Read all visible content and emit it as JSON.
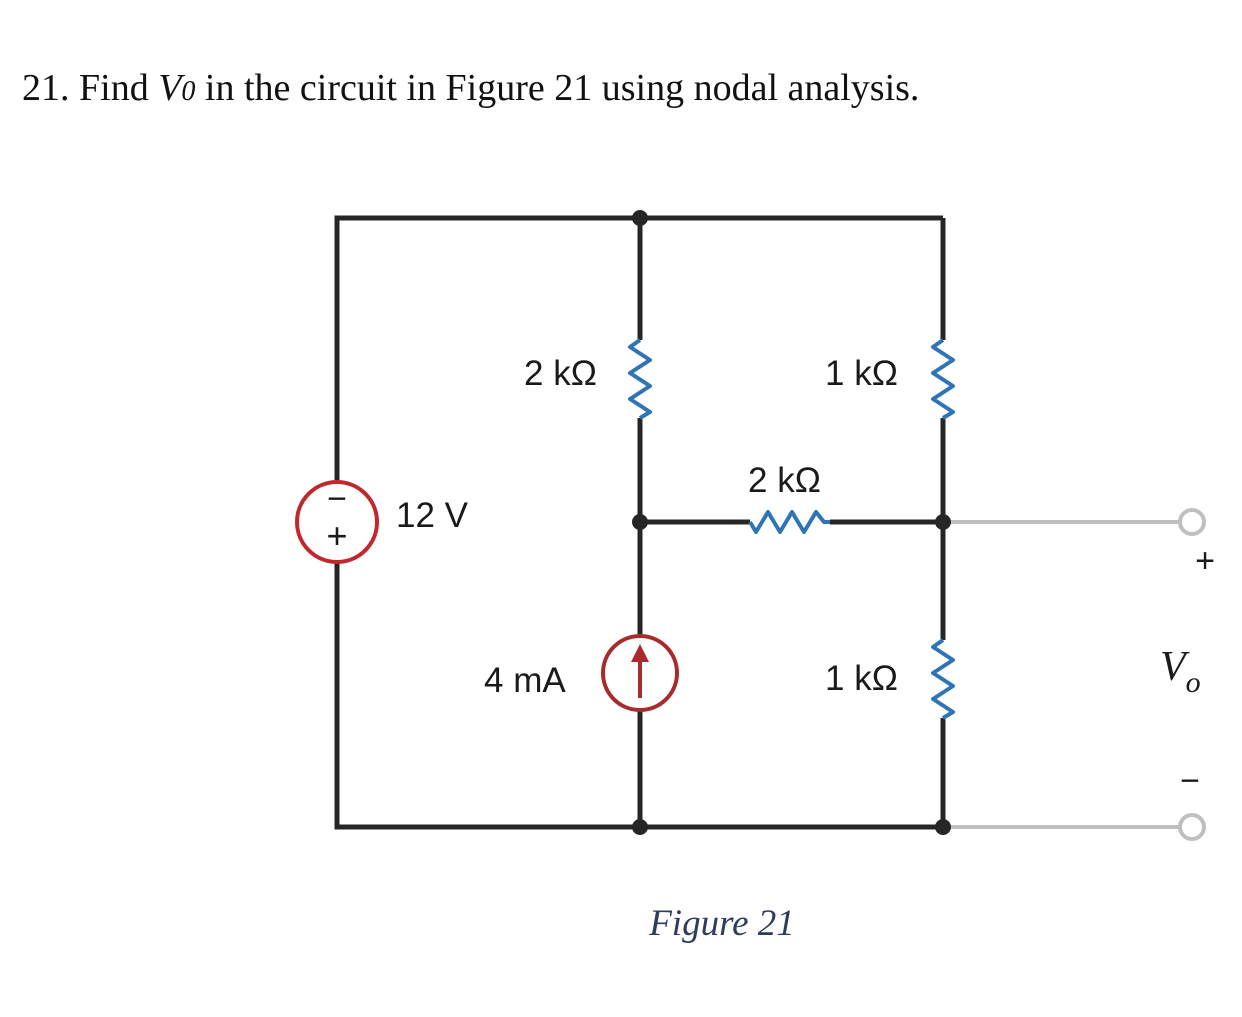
{
  "question": {
    "prefix": "21. Find ",
    "var": "V",
    "sub": "0",
    "suffix": " in the circuit in Figure 21 using nodal analysis."
  },
  "circuit": {
    "voltage_source": {
      "label": "12 V",
      "plus": "+",
      "minus": "−"
    },
    "current_source": {
      "label": "4 mA"
    },
    "resistors": {
      "r_top_left": "2 kΩ",
      "r_top_right": "1 kΩ",
      "r_middle": "2 kΩ",
      "r_bottom_right": "1 kΩ"
    },
    "output": {
      "plus": "+",
      "minus": "−",
      "var": "V",
      "sub": "o"
    },
    "caption": "Figure 21"
  },
  "colors": {
    "wire": "#262626",
    "resistor": "#2f74b5",
    "source": "#c0282d",
    "output_lead": "#bfbfbf",
    "caption": "#2f3d5a"
  }
}
